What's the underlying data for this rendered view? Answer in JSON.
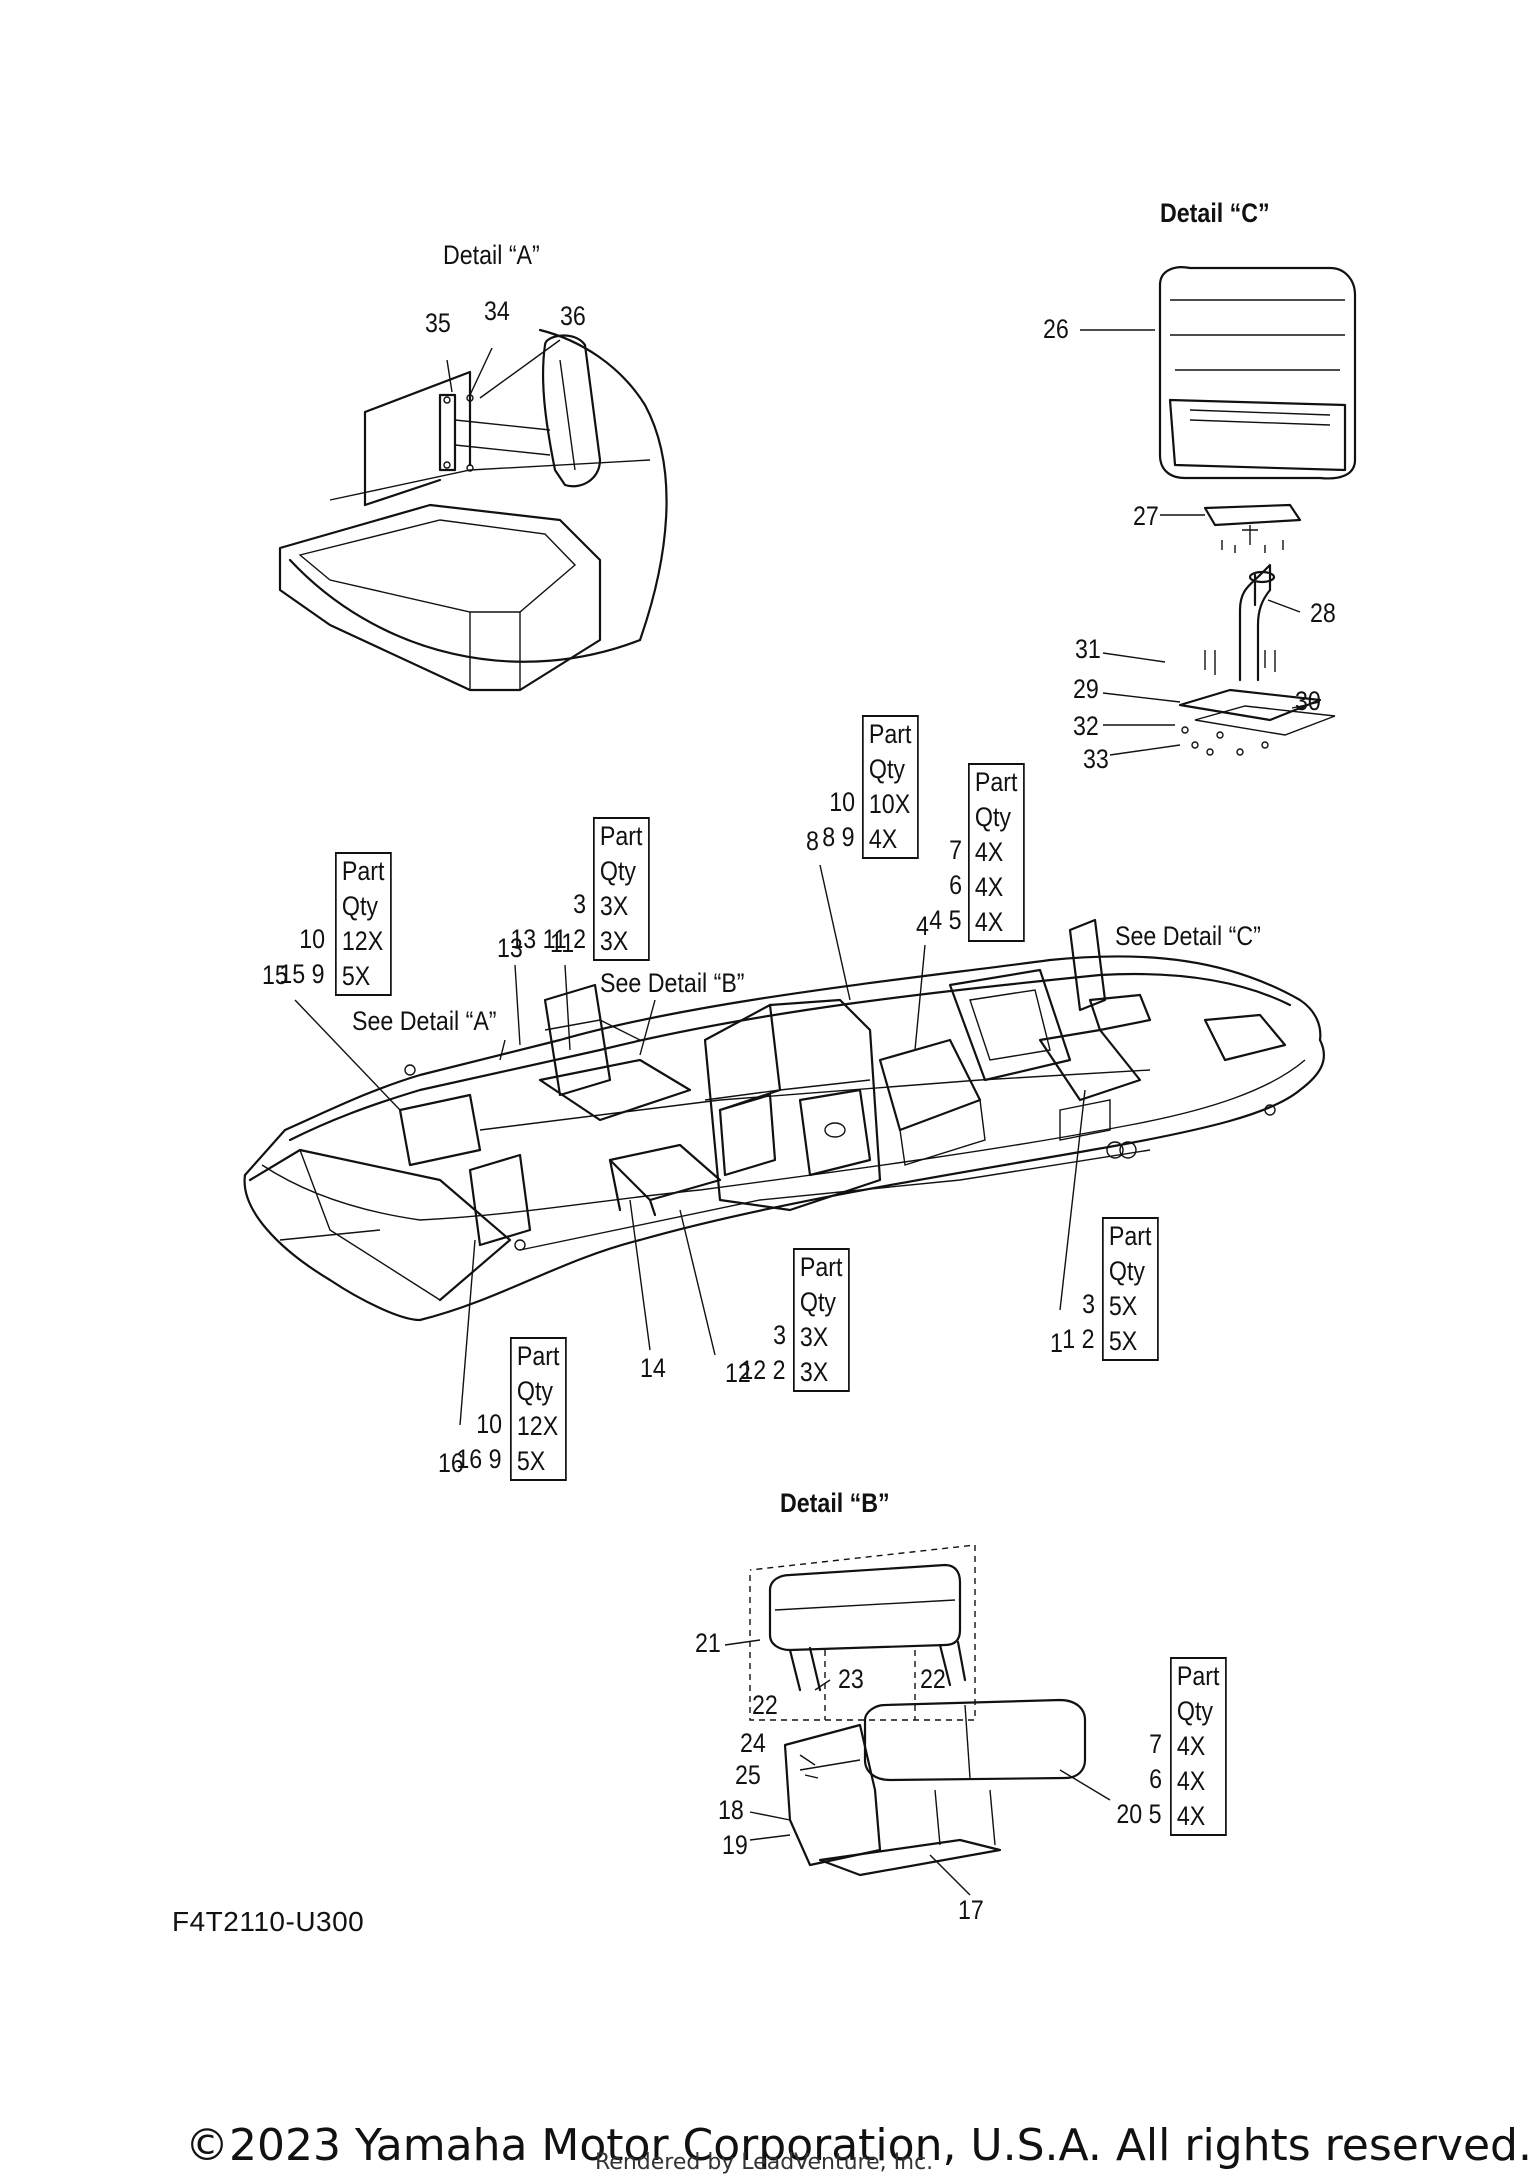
{
  "detail_a": {
    "title": "Detail “A”",
    "callouts": [
      "35",
      "34",
      "36"
    ]
  },
  "detail_c": {
    "title": "Detail “C”",
    "callouts": [
      "26",
      "27",
      "28",
      "31",
      "29",
      "30",
      "32",
      "33"
    ]
  },
  "detail_b": {
    "title": "Detail “B”",
    "callouts": [
      "21",
      "23",
      "22",
      "22",
      "24",
      "25",
      "18",
      "19",
      "20",
      "17"
    ]
  },
  "main": {
    "see_a": "See Detail “A”",
    "see_b": "See Detail “B”",
    "see_c": "See Detail “C”",
    "callouts": [
      "15",
      "13",
      "11",
      "8",
      "4",
      "1",
      "14",
      "12",
      "16"
    ]
  },
  "qty_tables": [
    {
      "id": "t1",
      "header": [
        "Part",
        "Qty"
      ],
      "rows": [
        {
          "parts": "10",
          "qty": "12X"
        },
        {
          "parts": "15  9",
          "qty": "5X"
        }
      ]
    },
    {
      "id": "t2",
      "header": [
        "Part",
        "Qty"
      ],
      "rows": [
        {
          "parts": "3",
          "qty": "3X"
        },
        {
          "parts": "13  11   2",
          "qty": "3X"
        }
      ]
    },
    {
      "id": "t3",
      "header": [
        "Part",
        "Qty"
      ],
      "rows": [
        {
          "parts": "10",
          "qty": "10X"
        },
        {
          "parts": "8    9",
          "qty": "4X"
        }
      ]
    },
    {
      "id": "t4",
      "header": [
        "Part",
        "Qty"
      ],
      "rows": [
        {
          "parts": "7",
          "qty": "4X"
        },
        {
          "parts": "6",
          "qty": "4X"
        },
        {
          "parts": "4    5",
          "qty": "4X"
        }
      ]
    },
    {
      "id": "t5",
      "header": [
        "Part",
        "Qty"
      ],
      "rows": [
        {
          "parts": "3",
          "qty": "3X"
        },
        {
          "parts": "12    2",
          "qty": "3X"
        }
      ]
    },
    {
      "id": "t6",
      "header": [
        "Part",
        "Qty"
      ],
      "rows": [
        {
          "parts": "3",
          "qty": "5X"
        },
        {
          "parts": "1    2",
          "qty": "5X"
        }
      ]
    },
    {
      "id": "t7",
      "header": [
        "Part",
        "Qty"
      ],
      "rows": [
        {
          "parts": "10",
          "qty": "12X"
        },
        {
          "parts": "16    9",
          "qty": "5X"
        }
      ]
    },
    {
      "id": "t8",
      "header": [
        "Part",
        "Qty"
      ],
      "rows": [
        {
          "parts": "7",
          "qty": "4X"
        },
        {
          "parts": "6",
          "qty": "4X"
        },
        {
          "parts": "20    5",
          "qty": "4X"
        }
      ]
    }
  ],
  "figure_id": "F4T2110-U300",
  "copyright": "©2023 Yamaha Motor Corporation, U.S.A. All rights reserved.",
  "rendered_by": "Rendered by LeadVenture, Inc."
}
